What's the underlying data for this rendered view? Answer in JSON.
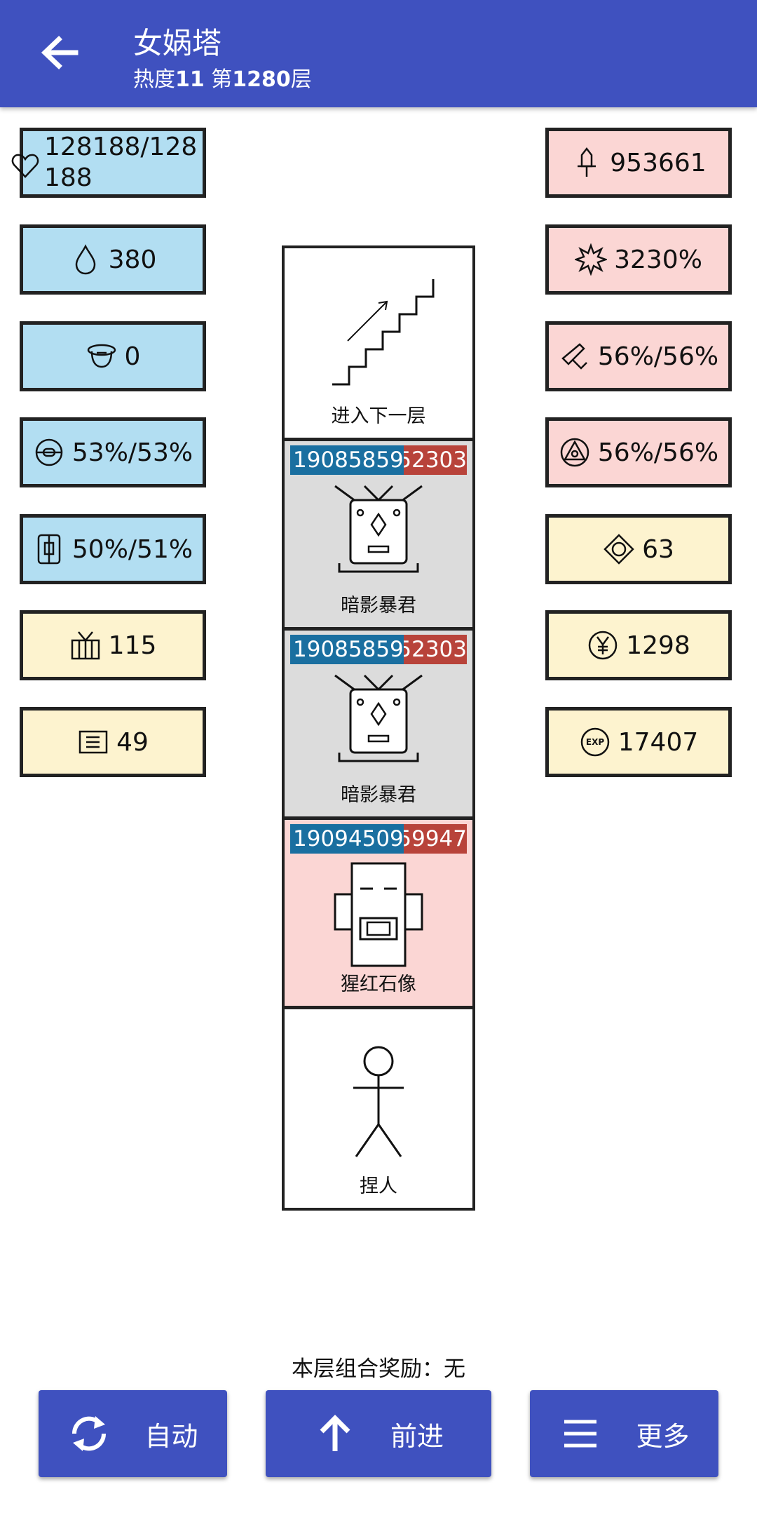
{
  "header": {
    "title": "女娲塔",
    "subtitle_prefix": "热度",
    "heat": "11",
    "floor_prefix": " 第",
    "floor": "1280",
    "floor_suffix": "层"
  },
  "left_stats": [
    {
      "icon": "heart-icon",
      "value": "128188/128\n188"
    },
    {
      "icon": "drop-icon",
      "value": "380"
    },
    {
      "icon": "helmet-icon",
      "value": "0"
    },
    {
      "icon": "shield-ring-icon",
      "value": "53%/53%"
    },
    {
      "icon": "armor-icon",
      "value": "50%/51%"
    },
    {
      "icon": "box-icon",
      "value": "115"
    },
    {
      "icon": "card-icon",
      "value": "49"
    }
  ],
  "right_stats": [
    {
      "icon": "sword-icon",
      "value": "953661"
    },
    {
      "icon": "burst-icon",
      "value": "3230%"
    },
    {
      "icon": "slash-icon",
      "value": "56%/56%"
    },
    {
      "icon": "triangle-circle-icon",
      "value": "56%/56%"
    },
    {
      "icon": "diamond-icon",
      "value": "63"
    },
    {
      "icon": "yen-coin-icon",
      "value": "1298"
    },
    {
      "icon": "exp-icon",
      "value": "17407"
    }
  ],
  "tower": {
    "stairs_label": "进入下一层",
    "enemies": [
      {
        "name": "暗影暴君",
        "bar_left": "19085859",
        "bar_right": "52303"
      },
      {
        "name": "暗影暴君",
        "bar_left": "19085859",
        "bar_right": "52303"
      },
      {
        "name": "猩红石像",
        "bar_left": "19094509",
        "bar_right": "59947"
      }
    ],
    "player_label": "捏人"
  },
  "combo_text": "本层组合奖励：无",
  "buttons": {
    "auto": "自动",
    "forward": "前进",
    "more": "更多"
  },
  "colors": {
    "primary": "#3f51bf",
    "hp_blue": "#1a6fa0",
    "hp_red": "#b8433a",
    "stat_blue": "#b2def2",
    "stat_pink": "#fbd6d4",
    "stat_yellow": "#fdf3cf"
  }
}
